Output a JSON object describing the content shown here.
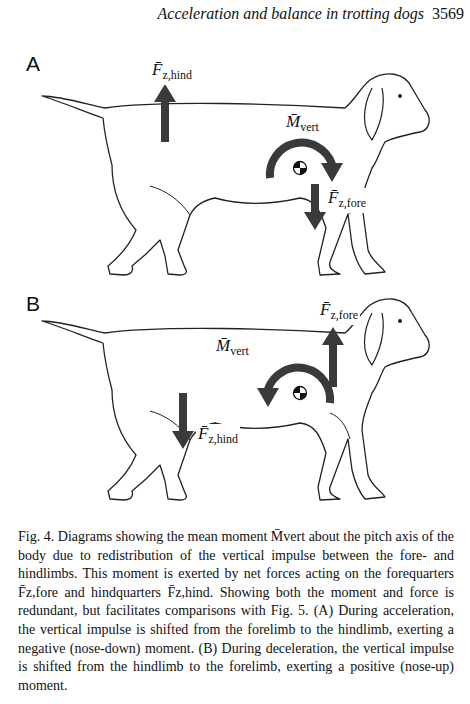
{
  "diagram": {
    "caption": "Fig. 4. Diagrams showing the mean moment M̄vert about the pitch axis of the body due to redistribution of the vertical impulse between the fore- and hindlimbs. This moment is exerted by net forces acting on the forequarters F̄z,fore and hindquarters F̄z,hind. Showing both the moment and force is redundant, but facilitates comparisons with Fig. 5. (A) During acceleration, the vertical impulse is shifted from the forelimb to the hindlimb, exerting a negative (nose-down) moment. (B) During deceleration, the vertical impulse is shifted from the hindlimb to the forelimb, exerting a positive (nose-up) moment.",
    "labels": [
      "Acceleration and balance in trotting dogs",
      "3569",
      "A",
      "F̄",
      "z,hind",
      "M̄",
      "vert",
      "F̄",
      "z,fore",
      "B",
      "F̄",
      "z,fore",
      "M̄",
      "vert",
      "F̄",
      "z,hind"
    ]
  }
}
